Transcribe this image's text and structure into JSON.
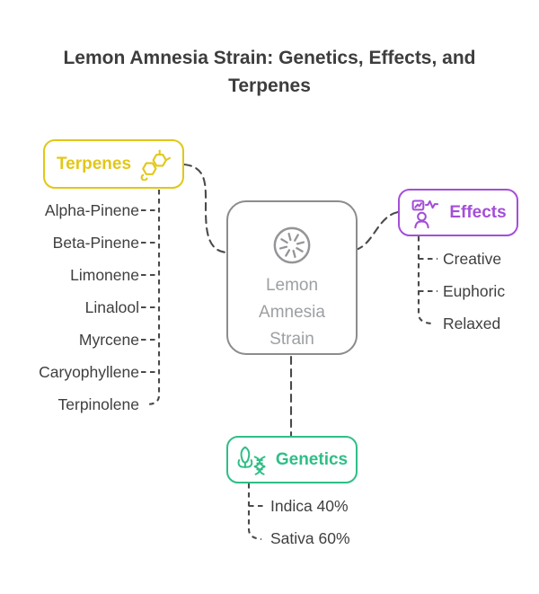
{
  "title": "Lemon Amnesia Strain: Genetics, Effects, and Terpenes",
  "center": {
    "label_line1": "Lemon",
    "label_line2": "Amnesia",
    "label_line3": "Strain",
    "icon": "citrus-slice-icon",
    "border_color": "#8c8c8c",
    "text_color": "#9da0a3",
    "icon_color": "#939598"
  },
  "branches": {
    "terpenes": {
      "label": "Terpenes",
      "color": "#e2c716",
      "icon": "molecule-icon",
      "items": [
        "Alpha-Pinene",
        "Beta-Pinene",
        "Limonene",
        "Linalool",
        "Myrcene",
        "Caryophyllene",
        "Terpinolene"
      ]
    },
    "effects": {
      "label": "Effects",
      "color": "#a44ed8",
      "icon": "person-pulse-icon",
      "items": [
        "Creative",
        "Euphoric",
        "Relaxed"
      ]
    },
    "genetics": {
      "label": "Genetics",
      "color": "#2fbe87",
      "icon": "plant-dna-icon",
      "items": [
        "Indica 40%",
        "Sativa 60%"
      ]
    }
  },
  "connectors": {
    "color": "#4a4a4a",
    "style": "dashed"
  },
  "item_text_color": "#3f3f3f",
  "title_color": "#3d3d3d"
}
